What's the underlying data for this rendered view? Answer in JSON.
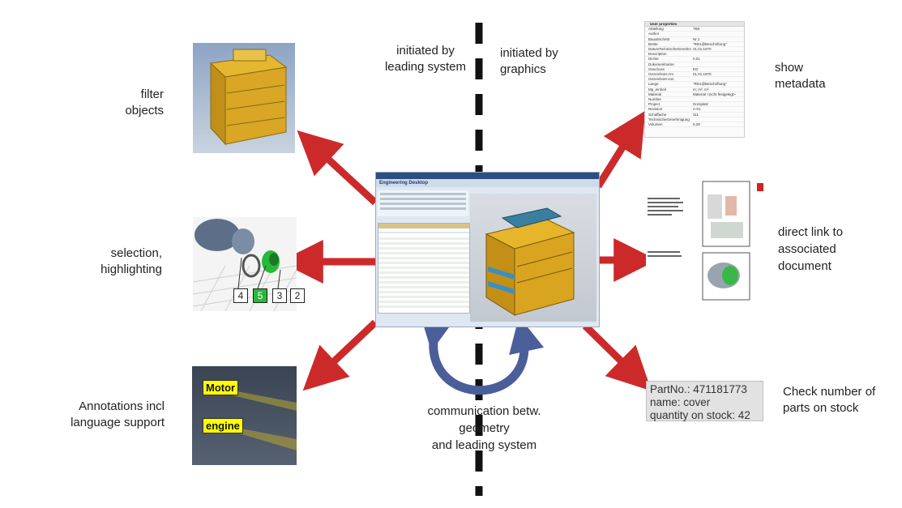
{
  "center_labels": {
    "left_top": "initiated by\nleading system",
    "right_top": "initiated by\ngraphics",
    "bottom": "communication betw.\ngeometry\nand leading system"
  },
  "features": {
    "filter": "filter\nobjects",
    "selection": "selection,\nhighlighting",
    "annotations": "Annotations incl\nlanguage support",
    "metadata": "show\nmetadata",
    "document": "direct link to\nassociated\ndocument",
    "stock": "Check number of\nparts on stock"
  },
  "stock_info": {
    "line1": "PartNo.: 471181773",
    "line2": "name: cover",
    "line3": "quantity on stock: 42"
  },
  "annotation_tags": {
    "tag1": "Motor",
    "tag2": "engine"
  },
  "selection_numbers": [
    "4",
    "5",
    "3",
    "2"
  ],
  "screen": {
    "title": "Engineering Desktop"
  },
  "metadata_panel": {
    "header": "User properties",
    "rows": [
      [
        "Abteilung",
        "TBK"
      ],
      [
        "Author",
        ""
      ],
      [
        "Bauabschnitt",
        "Nr.1"
      ],
      [
        "Breite",
        "\"RD1@Beschriftung\""
      ],
      [
        "DatumTechnischeGenehm",
        "01.01.1970"
      ],
      [
        "Description",
        ""
      ],
      [
        "Dichte",
        "0,01"
      ],
      [
        "Dokumentname",
        ""
      ],
      [
        "Geschoss",
        "EG"
      ],
      [
        "Gezeichnet-Am",
        "01.01.1970"
      ],
      [
        "Gezeichnet-von",
        ""
      ],
      [
        "Lange",
        "\"RD1@Beschriftung\""
      ],
      [
        "Mp_einheit",
        "m; m²; m³"
      ],
      [
        "Material",
        "Material <nicht festgelegt>"
      ],
      [
        "Number",
        ""
      ],
      [
        "Project",
        "Dorsplatz"
      ],
      [
        "Revision",
        "A-01"
      ],
      [
        "Schaffache",
        "111"
      ],
      [
        "TechnischeGenehmigung",
        ""
      ],
      [
        "Volumen",
        "0,28"
      ]
    ]
  },
  "colors": {
    "arrow_red": "#cc2a2a",
    "arrow_blue": "#4a5f9a",
    "accent_yellow": "#ffff00"
  }
}
